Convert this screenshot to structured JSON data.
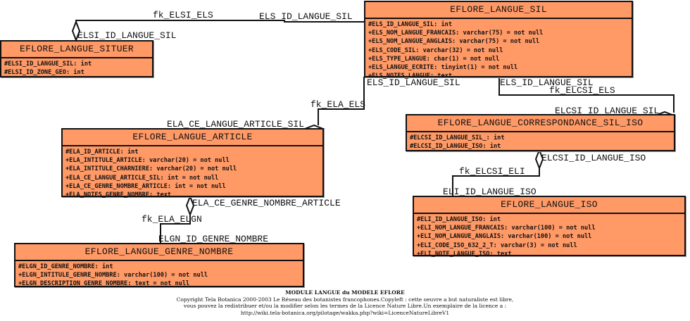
{
  "tables": {
    "sil": {
      "name": "EFLORE_LANGUE_SIL",
      "attrs": [
        "#ELS_ID_LANGUE_SIL: int",
        "+ELS_NOM_LANGUE_FRANCAIS: varchar(75) = not null",
        "+ELS_NOM_LANGUE_ANGLAIS: varchar(75) = not null",
        "+ELS_CODE_SIL: varchar(32) = not null",
        "+ELS_TYPE_LANGUE: char(1) = not null",
        "+ELS_LANGUE_ECRITE: tinyint(1) = not null",
        "+ELS_NOTES_LANGUE: text"
      ]
    },
    "situer": {
      "name": "EFLORE_LANGUE_SITUER",
      "attrs": [
        "#ELSI_ID_LANGUE_SIL: int",
        "#ELSI_ID_ZONE_GEO: int"
      ]
    },
    "article": {
      "name": "EFLORE_LANGUE_ARTICLE",
      "attrs": [
        "#ELA_ID_ARTICLE: int",
        "+ELA_INTITULE_ARTICLE: varchar(20) = not null",
        "+ELA_INTITULE_CHARNIERE: varchar(20) = not null",
        "+ELA_CE_LANGUE_ARTICLE_SIL: int = not null",
        "+ELA_CE_GENRE_NOMBRE_ARTICLE: int = not null",
        "+ELA_NOTES_GENRE_NOMBRE: text"
      ]
    },
    "correspondance": {
      "name": "EFLORE_LANGUE_CORRESPONDANCE_SIL_ISO",
      "attrs": [
        "#ELCSI_ID_LANGUE_SIL_: int",
        "#ELCSI_ID_LANGUE_ISO: int"
      ]
    },
    "iso": {
      "name": "EFLORE_LANGUE_ISO",
      "attrs": [
        "#ELI_ID_LANGUE_ISO: int",
        "+ELI_NOM_LANGUE_FRANCAIS: varchar(100) = not null",
        "+ELI_NOM_LANGUE_ANGLAIS: varchar(100) = not null",
        "+ELI_CODE_ISO_632_2_T: varchar(3) = not null",
        "+ELI_NOTE_LANGUE_ISO: text"
      ]
    },
    "genre": {
      "name": "EFLORE_LANGUE_GENRE_NOMBRE",
      "attrs": [
        "#ELGN_ID_GENRE_NOMBRE: int",
        "+ELGN_INTITULE_GENRE_NOMBRE: varchar(100) = not null",
        "+ELGN_DESCRIPTION_GENRE_NOMBRE: text = not null"
      ]
    }
  },
  "relations": {
    "fk_elsi_els": {
      "name": "fk_ELSI_ELS",
      "source_role": "ELS_ID_LANGUE_SIL",
      "target_role": "ELSI_ID_LANGUE_SIL"
    },
    "fk_ela_els": {
      "name": "fk_ELA_ELS",
      "source_role": "ELS_ID_LANGUE_SIL",
      "target_role": "ELA_CE_LANGUE_ARTICLE_SIL"
    },
    "fk_elcsi_els": {
      "name": "fk_ELCSI_ELS",
      "source_role": "ELS_ID_LANGUE_SIL",
      "target_role": "ELCSI_ID_LANGUE_SIL"
    },
    "fk_elcsi_eli": {
      "name": "fk_ELCSI_ELI",
      "source_role": "ELI_ID_LANGUE_ISO",
      "target_role": "ELCSI_ID_LANGUE_ISO"
    },
    "fk_ela_elgn": {
      "name": "fk_ELA_ELGN",
      "source_role": "ELGN_ID_GENRE_NOMBRE",
      "target_role": "ELA_CE_GENRE_NOMBRE_ARTICLE"
    }
  },
  "footer": {
    "title": "MODULE LANGUE du MODELE EFLORE",
    "lines": [
      "Copyright Tela Botanica 2000-2003 Le Réseau des botanistes francophones.Copyleft : cette oeuvre a but naturaliste est libre,",
      "vous pouvez la redistribuer et/ou la modifier selon les termes de la Licence Nature Libre.Un exemplaire de la licence a :",
      "http://wiki.tela-botanica.org/pilotage/wakka.php?wiki=LicenceNatureLibreV1"
    ]
  }
}
